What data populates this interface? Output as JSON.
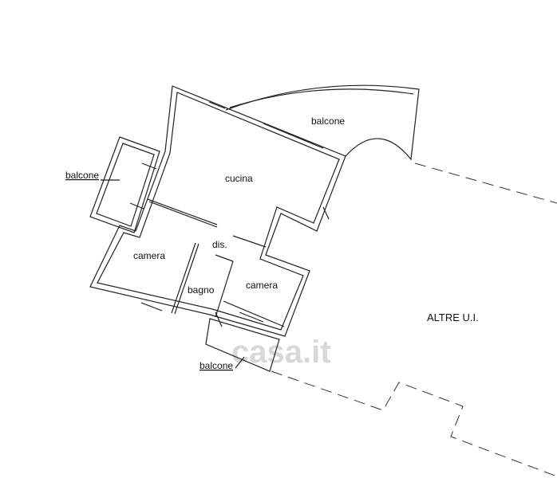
{
  "rooms": {
    "balcone_top": "balcone",
    "cucina": "cucina",
    "dis": "dis.",
    "camera_left": "camera",
    "bagno": "bagno",
    "camera_right": "camera",
    "balcone_left": "balcone",
    "balcone_bottom": "balcone"
  },
  "other_units": "ALTRE U.I.",
  "watermark": "casa.it"
}
